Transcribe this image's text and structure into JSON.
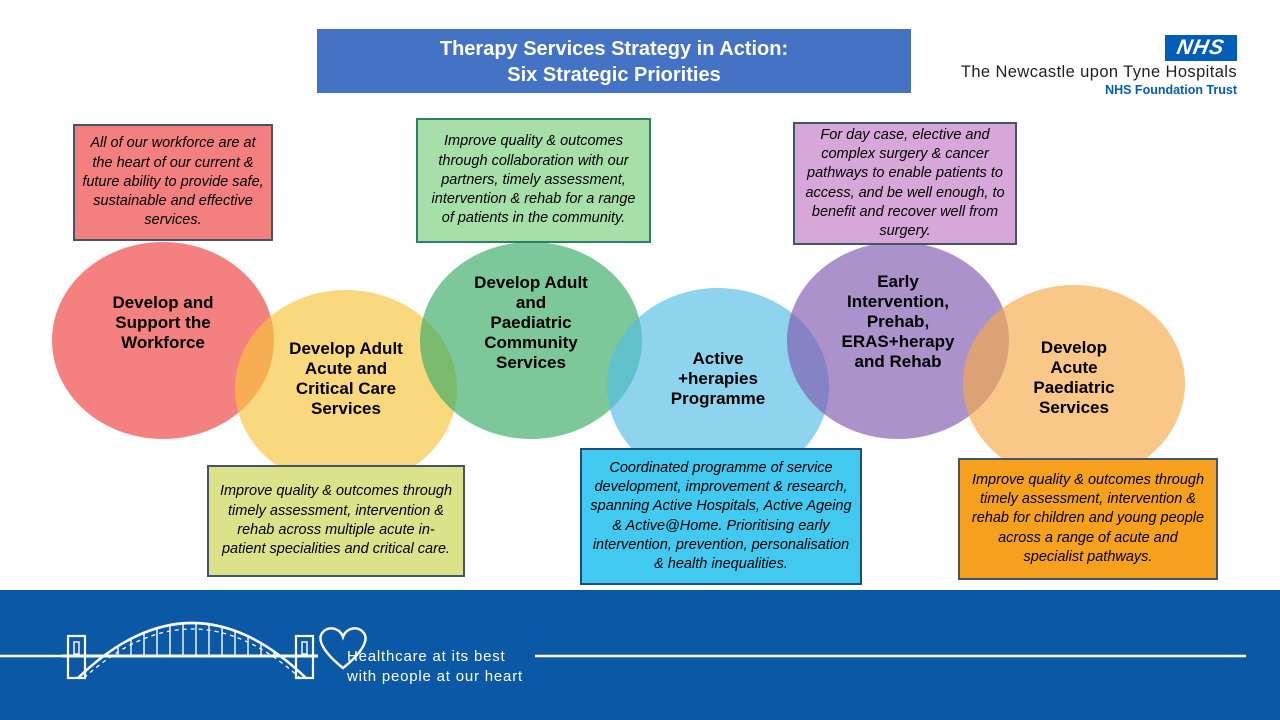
{
  "banner": {
    "line1": "Therapy Services Strategy in Action:",
    "line2": "Six Strategic Priorities",
    "bg": "#4472C4"
  },
  "logo": {
    "nhs": "NHS",
    "nhs_bg": "#005EB8",
    "trust": "The Newcastle upon Tyne Hospitals",
    "sub": "NHS Foundation Trust"
  },
  "circles": [
    {
      "id": "workforce",
      "color": "rgba(240,60,60,0.65)",
      "label_lines": [
        "Develop and",
        "Support the",
        "Workforce"
      ]
    },
    {
      "id": "adult-acute-critical-care",
      "color": "rgba(248,197,57,0.65)",
      "label_lines": [
        "Develop Adult",
        "Acute and",
        "Critical Care",
        "Services"
      ]
    },
    {
      "id": "community-services",
      "color": "rgba(55,171,102,0.65)",
      "label_lines": [
        "Develop Adult",
        "and",
        "Paediatric",
        "Community",
        "Services"
      ]
    },
    {
      "id": "active-therapies",
      "color": "rgba(83,189,229,0.65)",
      "label_lines": [
        "Active",
        "+herapies",
        "Programme"
      ]
    },
    {
      "id": "early-intervention",
      "color": "rgba(128,88,175,0.65)",
      "label_lines": [
        "Early",
        "Intervention,",
        "Prehab,",
        "ERAS+herapy",
        "and Rehab"
      ]
    },
    {
      "id": "acute-paediatric",
      "color": "rgba(246,171,72,0.65)",
      "label_lines": [
        "Develop",
        "Acute",
        "Paediatric",
        "Services"
      ]
    }
  ],
  "callouts": [
    {
      "id": "workforce",
      "bg": "#F47F7F",
      "border": "#44546A",
      "text": "All of our workforce are at the heart of our current & future ability to provide safe, sustainable and effective services."
    },
    {
      "id": "adult-acute-critical-care",
      "bg": "#DCE28A",
      "border": "#44546A",
      "text": "Improve quality & outcomes through timely assessment, intervention & rehab across multiple acute in-patient specialities and critical care."
    },
    {
      "id": "community-services",
      "bg": "#A6DFA8",
      "border": "#2F7D6B",
      "text": "Improve quality & outcomes through collaboration with our partners, timely assessment, intervention & rehab for a range of patients in the community."
    },
    {
      "id": "active-therapies",
      "bg": "#41C9F0",
      "border": "#1F4E79",
      "text": "Coordinated programme of service development, improvement & research, spanning Active Hospitals, Active Ageing & Active@Home. Prioritising early intervention, prevention, personalisation & health inequalities."
    },
    {
      "id": "early-intervention",
      "bg": "#D6A7D8",
      "border": "#44546A",
      "text": "For day case, elective and complex surgery & cancer pathways to enable patients to access, and be well enough, to benefit and recover well from surgery."
    },
    {
      "id": "acute-paediatric",
      "bg": "#F6A11D",
      "border": "#44546A",
      "text": "Improve quality & outcomes through timely assessment, intervention & rehab for children and young people across a range of acute and specialist pathways."
    }
  ],
  "footer": {
    "bg": "#0A58A6",
    "tagline_line1": "Healthcare at its best",
    "tagline_line2": "with people at our heart"
  }
}
